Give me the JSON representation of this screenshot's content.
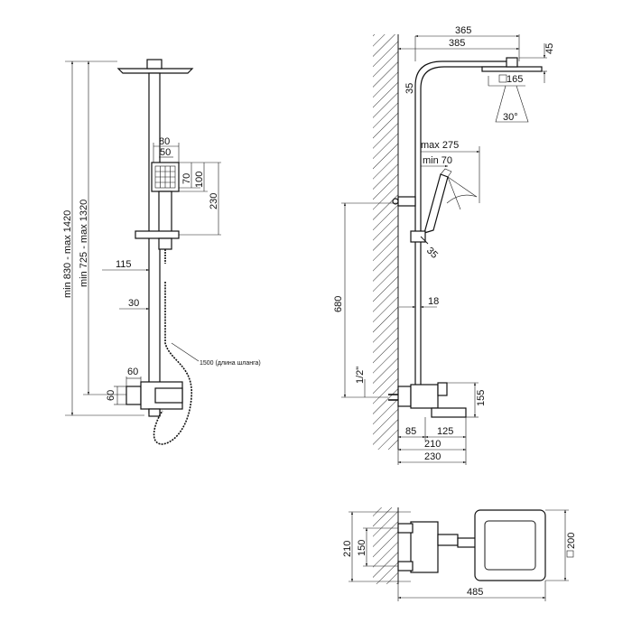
{
  "front_view": {
    "d_115": "115",
    "d_30": "30",
    "d_60_top": "60",
    "d_60_side": "60",
    "d_80": "80",
    "d_50": "50",
    "d_70": "70",
    "d_100": "100",
    "d_230": "230",
    "hose_note": "1500 (длина шланга)",
    "d_min725": "min 725 - max 1320",
    "d_min830": "min 830 - max 1420"
  },
  "side_view": {
    "d_365": "365",
    "d_385": "385",
    "d_45": "45",
    "d_35_top": "35",
    "d_165": "165",
    "d_30deg": "30°",
    "d_max275": "max 275",
    "d_min70": "min 70",
    "d_35_holder": "35",
    "d_680": "680",
    "d_18": "18",
    "d_half": "1/2\"",
    "d_155": "155",
    "d_85": "85",
    "d_125": "125",
    "d_210": "210",
    "d_230": "230"
  },
  "top_view": {
    "d_210": "210",
    "d_150": "150",
    "d_200": "200",
    "d_485": "485"
  }
}
